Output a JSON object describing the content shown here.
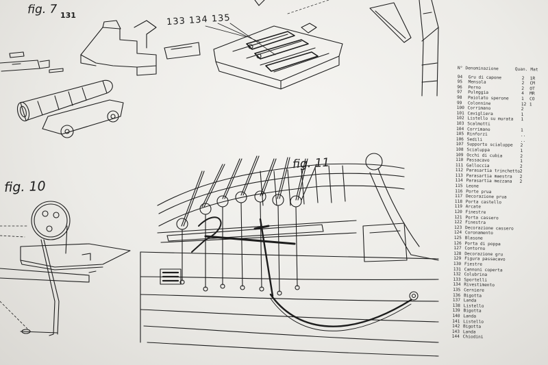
{
  "labels": {
    "fig7": "fig. 7",
    "fig7_num": "131",
    "part_numbers": "133 134 135",
    "fig10": "fig. 10",
    "fig11": "fig. 11"
  },
  "parts_list": {
    "headers": [
      "N°",
      "Denominazione",
      "Quan.",
      "Mat"
    ],
    "rows": [
      {
        "n": "94",
        "d": "Gru di capone",
        "q": "2",
        "m": "1R"
      },
      {
        "n": "95",
        "d": "Mensola",
        "q": "2",
        "m": "CM"
      },
      {
        "n": "96",
        "d": "Perno",
        "q": "2",
        "m": "OT"
      },
      {
        "n": "97",
        "d": "Puleggia",
        "q": "4",
        "m": "MR"
      },
      {
        "n": "98",
        "d": "Paiolato sperone",
        "q": "1",
        "m": "CO"
      },
      {
        "n": "99",
        "d": "Colonnine",
        "q": "12",
        "m": "1"
      },
      {
        "n": "100",
        "d": "Corrimano",
        "q": "2",
        "m": ""
      },
      {
        "n": "101",
        "d": "Cavigliera",
        "q": "1",
        "m": ""
      },
      {
        "n": "102",
        "d": "Listello su murata",
        "q": "1",
        "m": ""
      },
      {
        "n": "103",
        "d": "Scalmotti",
        "q": "",
        "m": ""
      },
      {
        "n": "104",
        "d": "Corrimano",
        "q": "1",
        "m": ""
      },
      {
        "n": "105",
        "d": "Rinforzi",
        "q": "..",
        "m": ""
      },
      {
        "n": "106",
        "d": "Sedili",
        "q": "..",
        "m": ""
      },
      {
        "n": "107",
        "d": "Supporto scialuppe",
        "q": "2",
        "m": ""
      },
      {
        "n": "108",
        "d": "Scialuppa",
        "q": "1",
        "m": ""
      },
      {
        "n": "109",
        "d": "Occhi di cubia",
        "q": "2",
        "m": ""
      },
      {
        "n": "110",
        "d": "Passacavo",
        "q": "1",
        "m": ""
      },
      {
        "n": "111",
        "d": "Galloccia",
        "q": "2",
        "m": ""
      },
      {
        "n": "112",
        "d": "Parasartia trinchetto",
        "q": "2",
        "m": ""
      },
      {
        "n": "113",
        "d": "Parasartia maestra",
        "q": "2",
        "m": ""
      },
      {
        "n": "114",
        "d": "Parasartia mezzana",
        "q": "2",
        "m": ""
      },
      {
        "n": "115",
        "d": "Leone",
        "q": "",
        "m": ""
      },
      {
        "n": "116",
        "d": "Porte prua",
        "q": "",
        "m": ""
      },
      {
        "n": "117",
        "d": "Decorazione prua",
        "q": "",
        "m": ""
      },
      {
        "n": "118",
        "d": "Porta castello",
        "q": "",
        "m": ""
      },
      {
        "n": "119",
        "d": "Arcate",
        "q": "",
        "m": ""
      },
      {
        "n": "120",
        "d": "Finestre",
        "q": "",
        "m": ""
      },
      {
        "n": "121",
        "d": "Porta cassero",
        "q": "",
        "m": ""
      },
      {
        "n": "122",
        "d": "Finestra",
        "q": "",
        "m": ""
      },
      {
        "n": "123",
        "d": "Decorazione cassero",
        "q": "",
        "m": ""
      },
      {
        "n": "124",
        "d": "Coronamento",
        "q": "",
        "m": ""
      },
      {
        "n": "125",
        "d": "Blasone",
        "q": "",
        "m": ""
      },
      {
        "n": "126",
        "d": "Porta di poppa",
        "q": "",
        "m": ""
      },
      {
        "n": "127",
        "d": "Contorno",
        "q": "",
        "m": ""
      },
      {
        "n": "128",
        "d": "Decorazione gru",
        "q": "",
        "m": ""
      },
      {
        "n": "129",
        "d": "Figura passacavo",
        "q": "",
        "m": ""
      },
      {
        "n": "130",
        "d": "Fiestre",
        "q": "",
        "m": ""
      },
      {
        "n": "131",
        "d": "Cannoni coperta",
        "q": "",
        "m": ""
      },
      {
        "n": "132",
        "d": "Colubrina",
        "q": "",
        "m": ""
      },
      {
        "n": "133",
        "d": "Sportelli",
        "q": "",
        "m": ""
      },
      {
        "n": "134",
        "d": "Rivestimento",
        "q": "",
        "m": ""
      },
      {
        "n": "135",
        "d": "Cerniere",
        "q": "",
        "m": ""
      },
      {
        "n": "136",
        "d": "Bigotta",
        "q": "",
        "m": ""
      },
      {
        "n": "137",
        "d": "Landa",
        "q": "",
        "m": ""
      },
      {
        "n": "138",
        "d": "Listello",
        "q": "",
        "m": ""
      },
      {
        "n": "139",
        "d": "Bigotta",
        "q": "",
        "m": ""
      },
      {
        "n": "140",
        "d": "Landa",
        "q": "",
        "m": ""
      },
      {
        "n": "141",
        "d": "Listello",
        "q": "",
        "m": ""
      },
      {
        "n": "142",
        "d": "Bigotta",
        "q": "",
        "m": ""
      },
      {
        "n": "143",
        "d": "Landa",
        "q": "",
        "m": ""
      },
      {
        "n": "144",
        "d": "Chiodini",
        "q": "",
        "m": ""
      }
    ]
  },
  "colors": {
    "ink": "#1c1c1c",
    "paper": "#eeede9"
  }
}
